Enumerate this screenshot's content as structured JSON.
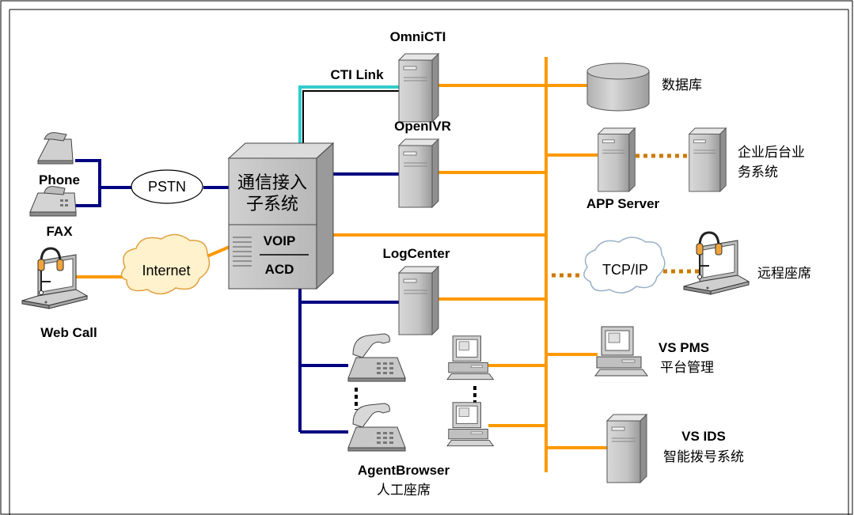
{
  "labels": {
    "omnicti": "OmniCTI",
    "cti_link": "CTI Link",
    "openivr": "OpenIVR",
    "logcenter": "LogCenter",
    "database": "数据库",
    "app_server": "APP Server",
    "backend_line1": "企业后台业",
    "backend_line2": "务系统",
    "tcpip": "TCP/IP",
    "remote_agent": "远程座席",
    "vs_pms": "VS PMS",
    "vs_pms_sub": "平台管理",
    "vs_ids": "VS IDS",
    "vs_ids_sub": "智能拨号系统",
    "phone": "Phone",
    "fax": "FAX",
    "pstn": "PSTN",
    "internet": "Internet",
    "web_call": "Web Call",
    "access_line1": "通信接入",
    "access_line2": "子系统",
    "voip": "VOIP",
    "acd": "ACD",
    "agent_browser": "AgentBrowser",
    "agent_browser_sub": "人工座席"
  },
  "colors": {
    "orange_bus": "#FF9900",
    "navy_link": "#000080",
    "cyan_link": "#33CCCC",
    "device_gray": "#C0C0C0",
    "cloud_fill": "#FFF2CC"
  }
}
